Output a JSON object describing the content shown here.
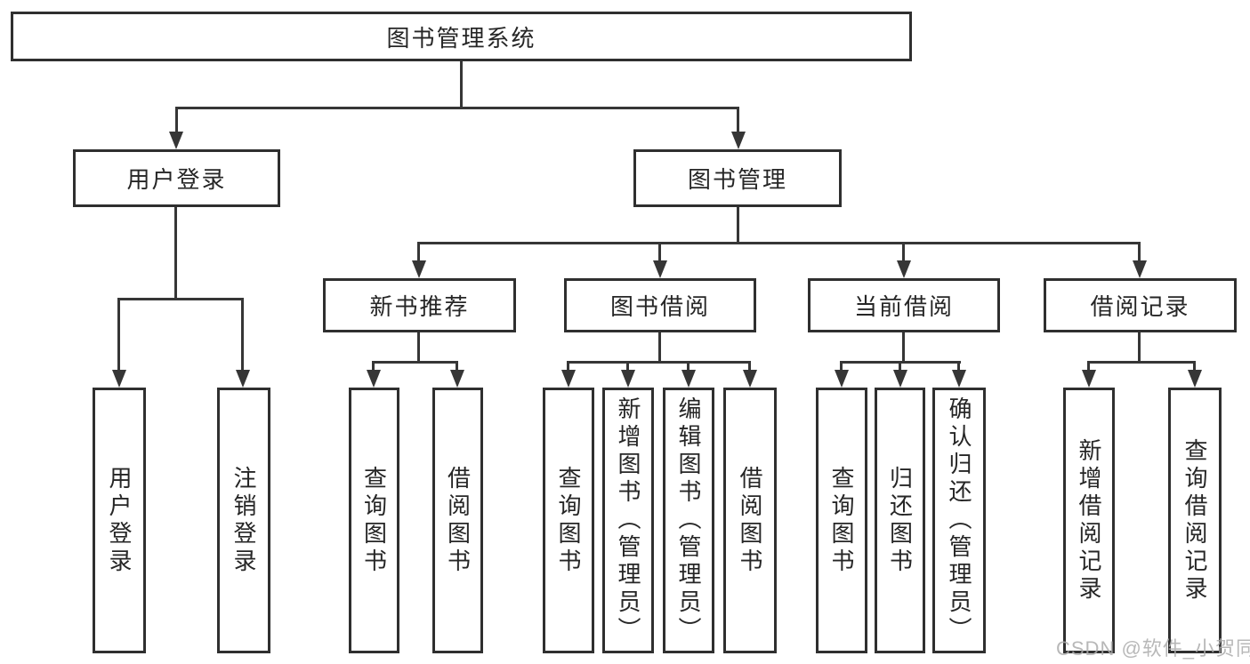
{
  "nodes": {
    "root": "图书管理系统",
    "user_login": "用户登录",
    "book_management": "图书管理",
    "new_book_recommend": "新书推荐",
    "book_borrowing": "图书借阅",
    "current_borrowing": "当前借阅",
    "borrowing_records": "借阅记录",
    "leaf_user_login": "用户登录",
    "leaf_logout": "注销登录",
    "leaf_query_books_1": "查询图书",
    "leaf_borrow_books_1": "借阅图书",
    "leaf_query_books_2": "查询图书",
    "leaf_add_books_admin": "新增图书（管理员）",
    "leaf_edit_books_admin": "编辑图书（管理员）",
    "leaf_borrow_books_2": "借阅图书",
    "leaf_query_books_3": "查询图书",
    "leaf_return_books": "归还图书",
    "leaf_confirm_return_admin": "确认归还（管理员）",
    "leaf_add_borrow_record": "新增借阅记录",
    "leaf_query_borrow_record": "查询借阅记录"
  },
  "watermark": "CSDN @软件_小贺同学",
  "colors": {
    "line": "#363636",
    "box_border": "#2f2f2f",
    "text": "#262626",
    "watermark": "#acacac",
    "background": "#ffffff"
  }
}
